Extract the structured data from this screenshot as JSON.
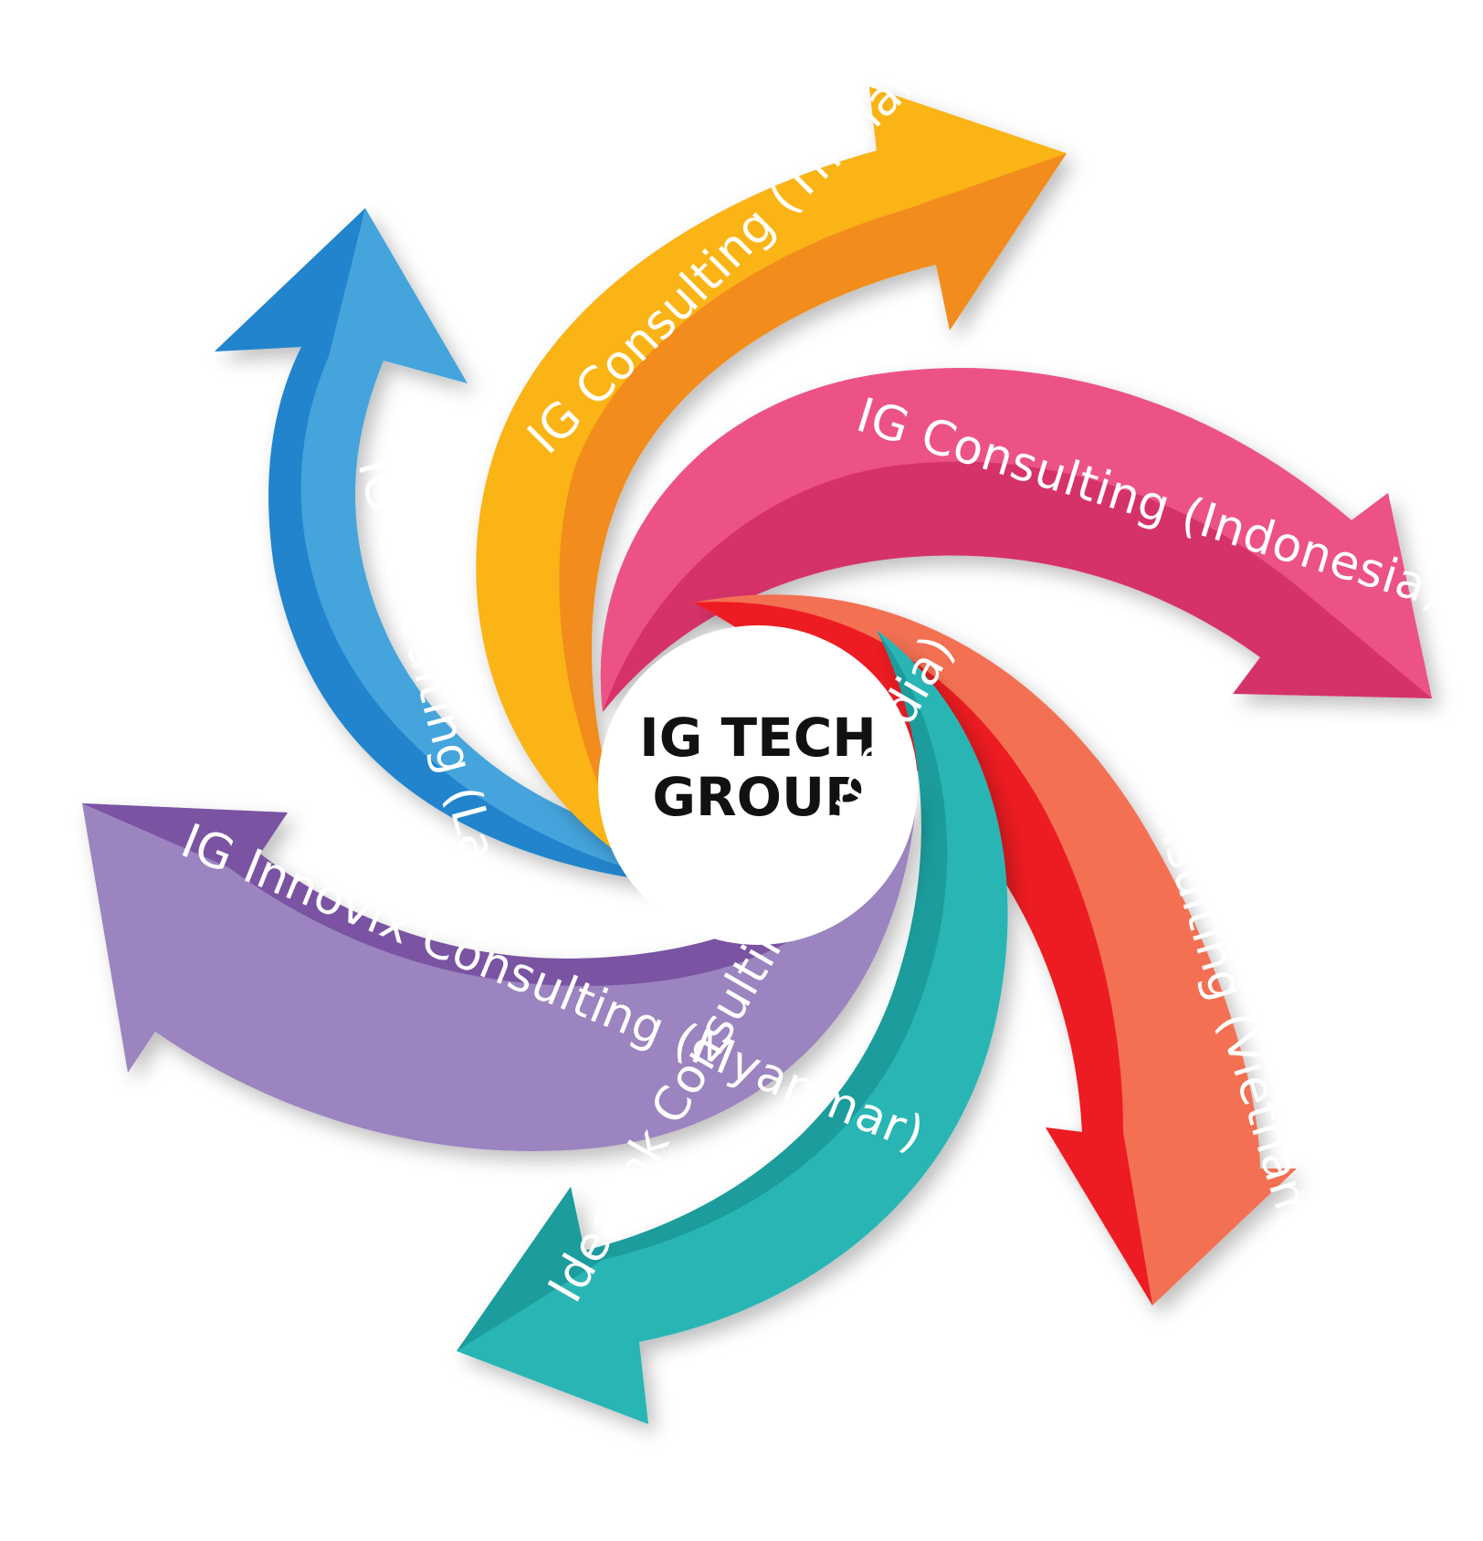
{
  "center": {
    "line1": "IG TECH",
    "line2": "GROUP"
  },
  "arrows": [
    {
      "id": "thailand",
      "label": "IG Consulting (Thailand)",
      "color": "#f7a21a",
      "shade": "#f28c1e"
    },
    {
      "id": "indonesia",
      "label": "IG Consulting (Indonesia)",
      "color": "#e94a7d",
      "shade": "#d6336a"
    },
    {
      "id": "vietnam",
      "label": "IG Consulting (Vietnam)",
      "color": "#f36f52",
      "shade": "#ed1c24"
    },
    {
      "id": "cambodia",
      "label": "Idealink Consulting (Cambodia)",
      "color": "#2bb5b5",
      "shade": "#1e9c9c"
    },
    {
      "id": "myanmar",
      "label": "IG Innovix Consulting (Myanmar)",
      "color": "#9b84bf",
      "shade": "#7a52a3"
    },
    {
      "id": "lao",
      "label": "IG Consulting (Lao)",
      "color": "#44a4dc",
      "shade": "#2284cc"
    }
  ]
}
